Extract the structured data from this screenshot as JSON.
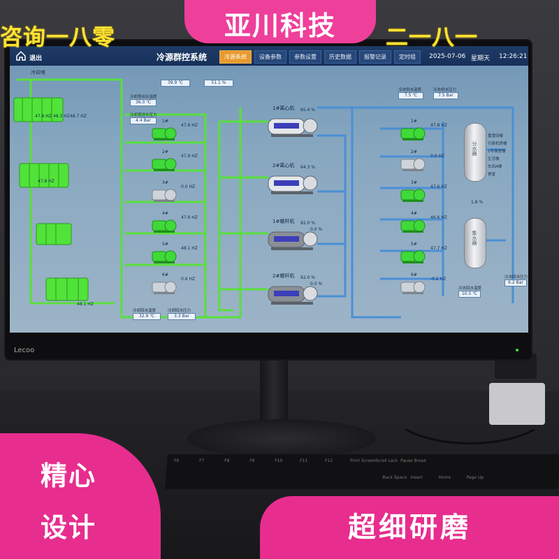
{
  "overlay": {
    "call_left": "咨询一八零",
    "call_right": "二一八一",
    "brand": "亚川科技",
    "bottom_left_line1": "精心",
    "bottom_left_line2": "设计",
    "bottom_right": "超细研磨",
    "accent_pink": "#e72d8e",
    "accent_yellow": "#ffe233"
  },
  "monitor": {
    "brand_mark": "Lecoo"
  },
  "scada": {
    "exit_label": "退出",
    "system_title": "冷源群控系统",
    "tabs": [
      {
        "label": "冷源系统",
        "active": true
      },
      {
        "label": "设备参数",
        "active": false
      },
      {
        "label": "参数设置",
        "active": false
      },
      {
        "label": "历史数据",
        "active": false
      },
      {
        "label": "报警记录",
        "active": false
      },
      {
        "label": "定时组",
        "active": false
      }
    ],
    "date": "2025-07-06",
    "weekday": "星期天",
    "time": "12:26:21",
    "cooling_tower_label": "冷却塔",
    "top_readings": [
      {
        "value": "39.9 ℃"
      },
      {
        "value": "51.1 %"
      }
    ],
    "left_side_labels": [
      {
        "label": "冷却塔出水温度",
        "value": "36.0 ℃"
      },
      {
        "label": "冷却塔进水压力",
        "value": "4.4 Bar"
      }
    ],
    "tower_hz": [
      "47.8 HZ",
      "48.3 HZ",
      "48.7 HZ",
      "47.8 HZ",
      "48.1 HZ"
    ],
    "cooling_pumps": [
      {
        "name": "1#",
        "hz": "47.6 HZ",
        "on": true
      },
      {
        "name": "2#",
        "hz": "47.9 HZ",
        "on": true
      },
      {
        "name": "3#",
        "hz": "0.0 HZ",
        "on": false
      },
      {
        "name": "4#",
        "hz": "47.9 HZ",
        "on": true
      },
      {
        "name": "5#",
        "hz": "48.1 HZ",
        "on": true
      },
      {
        "name": "6#",
        "hz": "0.6 HZ",
        "on": false
      }
    ],
    "bottom_left_readings": [
      {
        "label": "冷却回水温度",
        "value": "32.9 ℃"
      },
      {
        "label": "冷却回水压力",
        "value": "3.3 Bar"
      }
    ],
    "chillers": [
      {
        "name": "1#离心机",
        "load": "65.4 %",
        "sub": ""
      },
      {
        "name": "2#离心机",
        "load": "64.3 %",
        "sub": ""
      },
      {
        "name": "1#螺杆机",
        "load": "92.0 %",
        "sub": "0.0 %"
      },
      {
        "name": "2#螺杆机",
        "load": "92.0 %",
        "sub": "0.0 %"
      }
    ],
    "right_top_readings": [
      {
        "label": "冷冻供水温度",
        "value": "7.5 ℃"
      },
      {
        "label": "冷冻供水压力",
        "value": "7.5 Bar"
      }
    ],
    "chilled_pumps": [
      {
        "name": "1#",
        "hz": "47.8 HZ",
        "on": true
      },
      {
        "name": "2#",
        "hz": "0.0 HZ",
        "on": false
      },
      {
        "name": "3#",
        "hz": "47.6 HZ",
        "on": true
      },
      {
        "name": "4#",
        "hz": "46.6 HZ",
        "on": true
      },
      {
        "name": "5#",
        "hz": "47.7 HZ",
        "on": true
      },
      {
        "name": "6#",
        "hz": "-0.2 HZ",
        "on": false
      }
    ],
    "supply_tank_label": "分水器",
    "return_tank_label": "集水器",
    "branches": [
      "香雪间楼",
      "行政机房楼",
      "1号宿舍楼",
      "生活楼",
      "车间A楼",
      "食堂"
    ],
    "bypass_value": "1.8 %",
    "right_bottom_readings": [
      {
        "label": "冷冻回水压力",
        "value": "6.2 Bar"
      },
      {
        "label": "冷冻回水温度",
        "value": "10.5 ℃"
      }
    ],
    "keyboard_keys": [
      "F6",
      "F7",
      "F8",
      "F9",
      "F10",
      "F11",
      "F12",
      "Print Screen",
      "Scroll Lock",
      "Pause Break",
      "Back Space",
      "Insert",
      "Home",
      "Page Up"
    ]
  }
}
